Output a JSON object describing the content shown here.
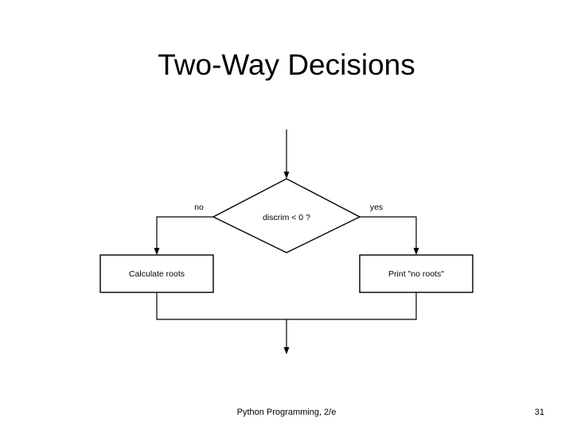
{
  "slide": {
    "title": "Two-Way Decisions",
    "footer_note": "Python Programming, 2/e",
    "page_number": "31",
    "background_color": "#ffffff",
    "ink_color": "#000000"
  },
  "flowchart": {
    "decision": {
      "text": "discrim < 0 ?",
      "shape": "diamond"
    },
    "branches": [
      {
        "label": "no",
        "side": "left"
      },
      {
        "label": "yes",
        "side": "right"
      }
    ],
    "processes": [
      {
        "text": "Calculate roots",
        "side": "left",
        "shape": "rectangle"
      },
      {
        "text": "Print \"no roots\"",
        "side": "right",
        "shape": "rectangle"
      }
    ],
    "connectors": [
      {
        "name": "entry-arrow",
        "from": "top",
        "to": "decision"
      },
      {
        "name": "no-branch-arrow",
        "from": "decision-left",
        "to": "calculate-roots"
      },
      {
        "name": "yes-branch-arrow",
        "from": "decision-right",
        "to": "print-no-roots"
      },
      {
        "name": "merge-arrow",
        "from": "both-processes",
        "to": "bottom"
      }
    ]
  }
}
